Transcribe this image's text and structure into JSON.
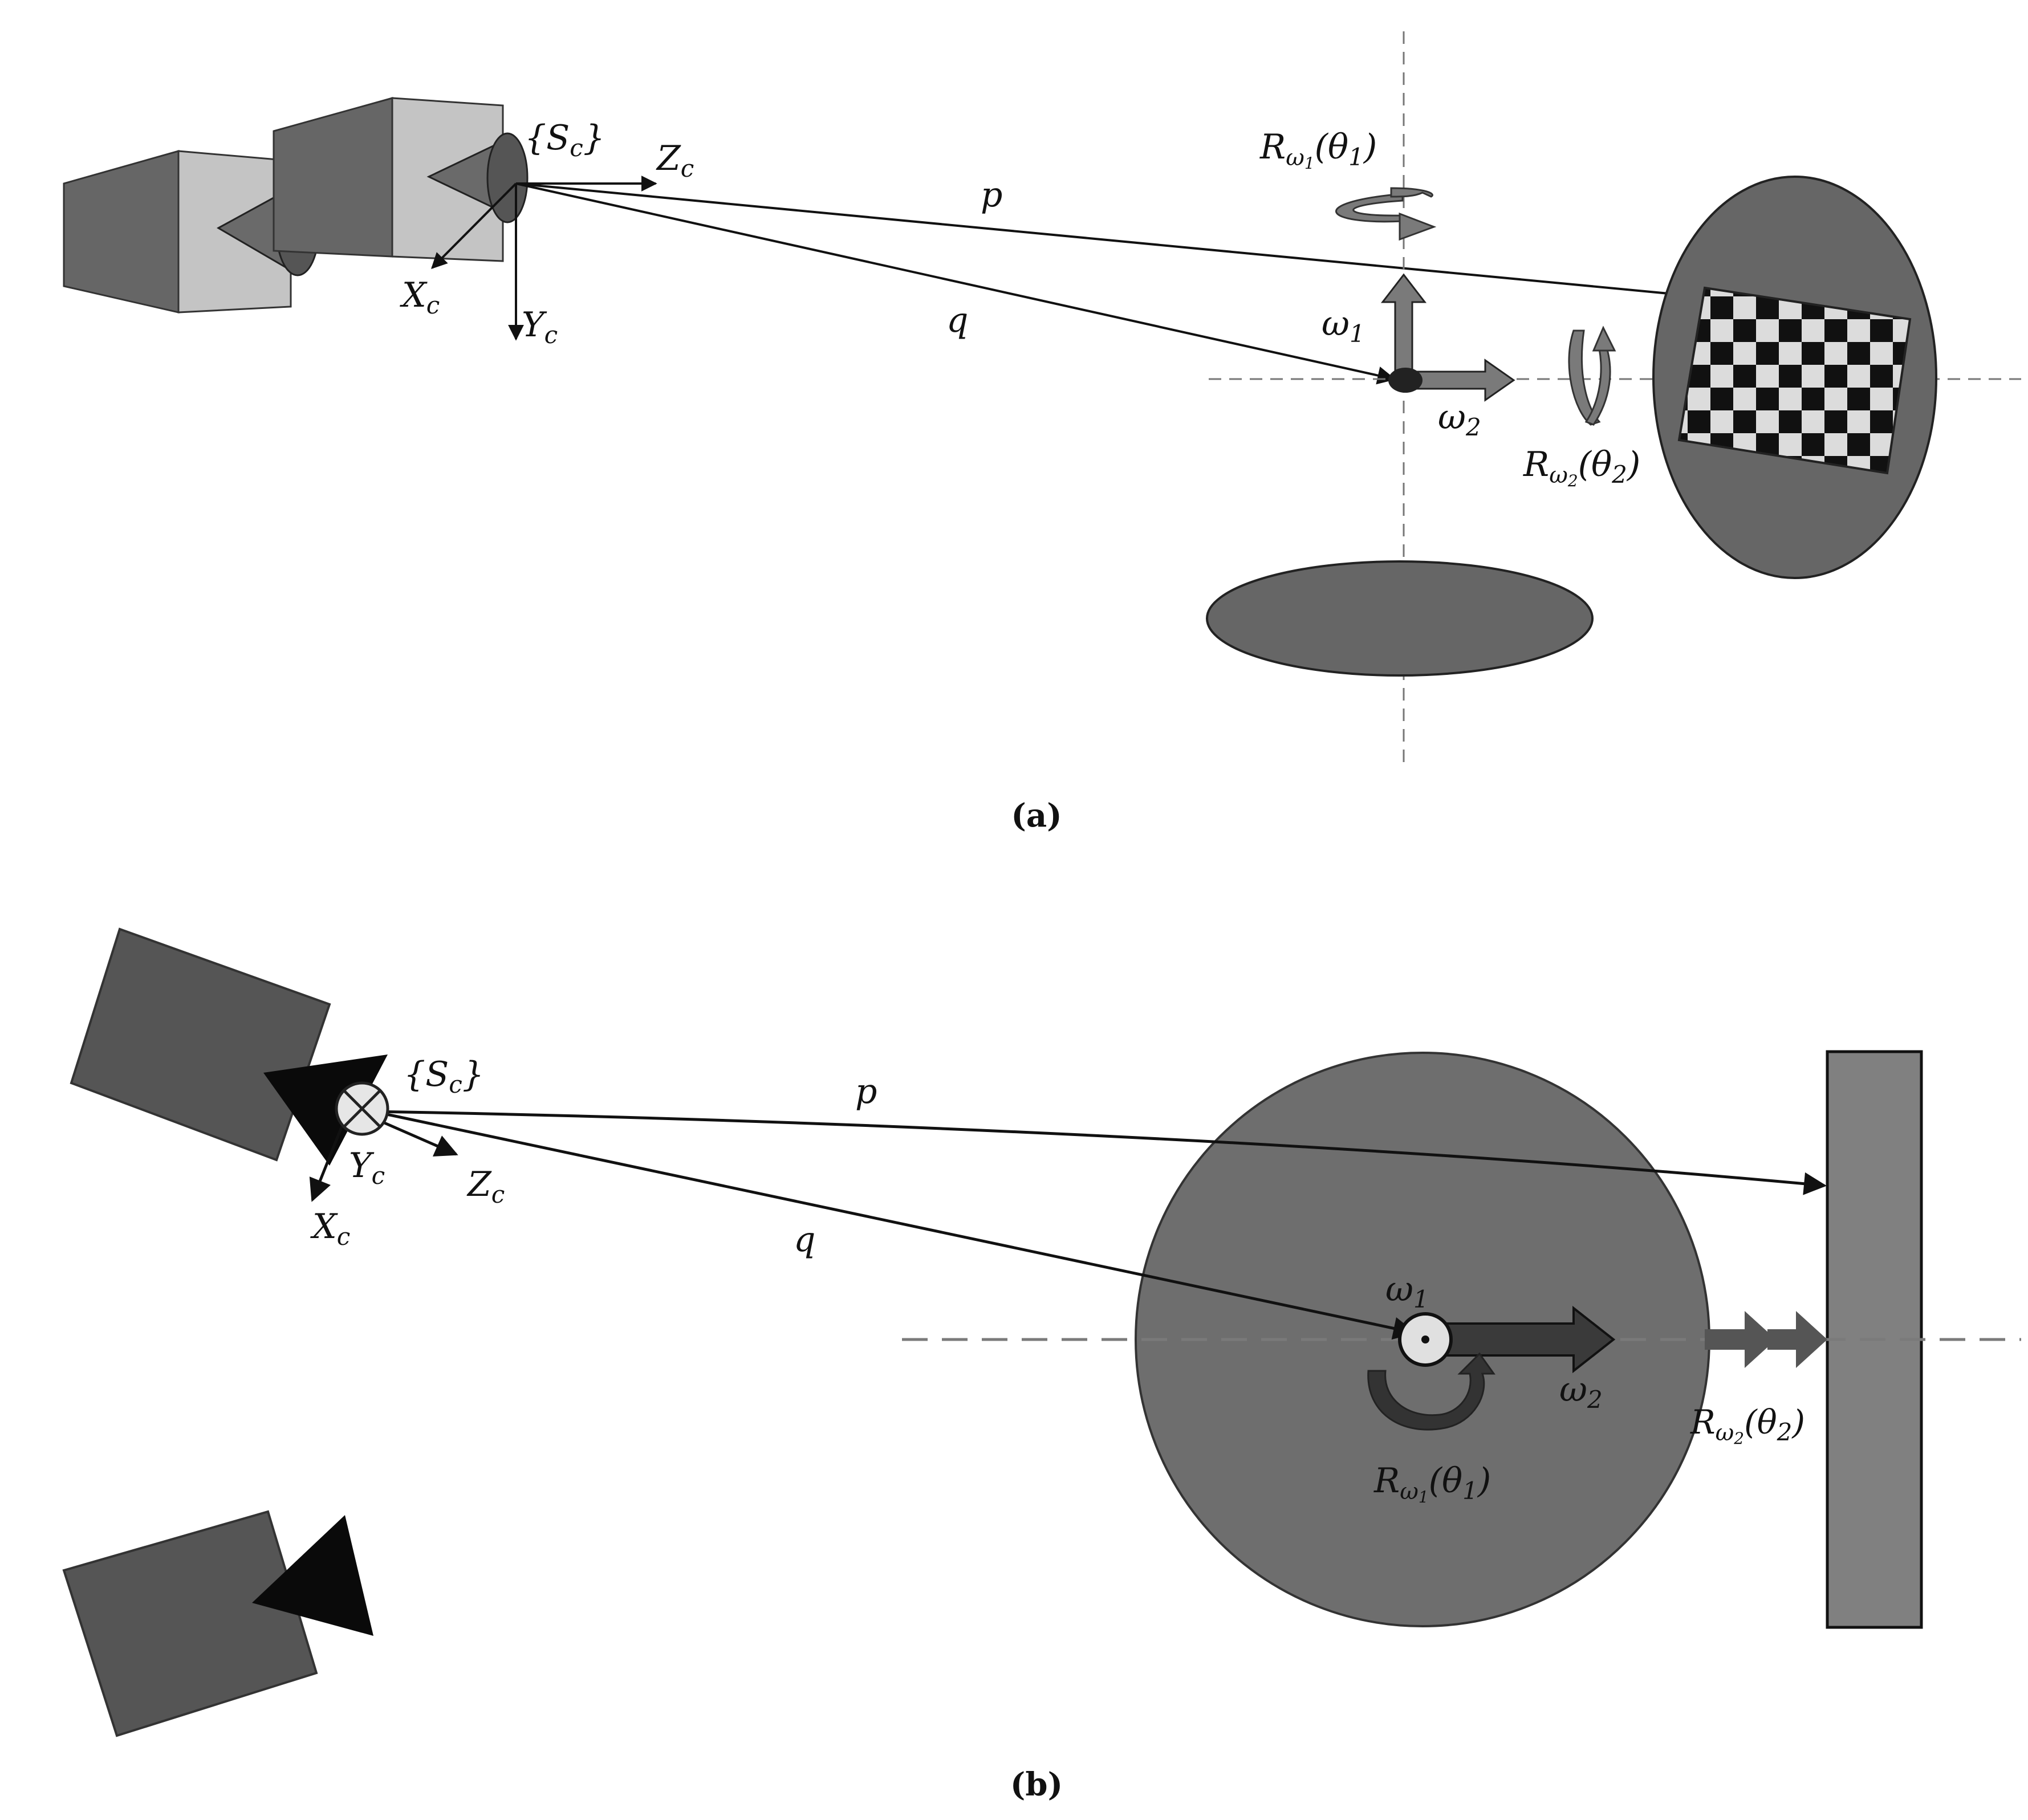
{
  "panel_a": {
    "caption": "(a)",
    "frame_label": "{S",
    "frame_label_sub": "c",
    "frame_label_close": "}",
    "axis_x": "X",
    "axis_y": "Y",
    "axis_z": "Z",
    "axis_sub": "c",
    "vector_p": "p",
    "vector_q": "q",
    "omega1": "ω",
    "omega1_sub": "1",
    "omega2": "ω",
    "omega2_sub": "2",
    "rot1": "R",
    "rot1_sub": "ω",
    "rot1_subsub": "1",
    "rot1_arg": "(θ",
    "rot1_arg_sub": "1",
    "rot1_arg_close": ")",
    "rot2": "R",
    "rot2_sub": "ω",
    "rot2_subsub": "2",
    "rot2_arg": "(θ",
    "rot2_arg_sub": "2",
    "rot2_arg_close": ")"
  },
  "panel_b": {
    "caption": "(b)",
    "frame_label": "{S",
    "frame_label_sub": "c",
    "frame_label_close": "}",
    "axis_x": "X",
    "axis_y": "Y",
    "axis_z": "Z",
    "axis_sub": "c",
    "vector_p": "p",
    "vector_q": "q",
    "omega1": "ω",
    "omega1_sub": "1",
    "omega2": "ω",
    "omega2_sub": "2",
    "rot1": "R",
    "rot1_sub": "ω",
    "rot1_subsub": "1",
    "rot1_arg": "(θ",
    "rot1_arg_sub": "1",
    "rot1_arg_close": ")",
    "rot2": "R",
    "rot2_sub": "ω",
    "rot2_subsub": "2",
    "rot2_arg": "(θ",
    "rot2_arg_sub": "2",
    "rot2_arg_close": ")"
  },
  "colors": {
    "dark_gray": "#666666",
    "light_gray": "#c8c8c8",
    "mid_gray": "#7a7a7a",
    "black": "#111111",
    "dash": "#777777"
  }
}
